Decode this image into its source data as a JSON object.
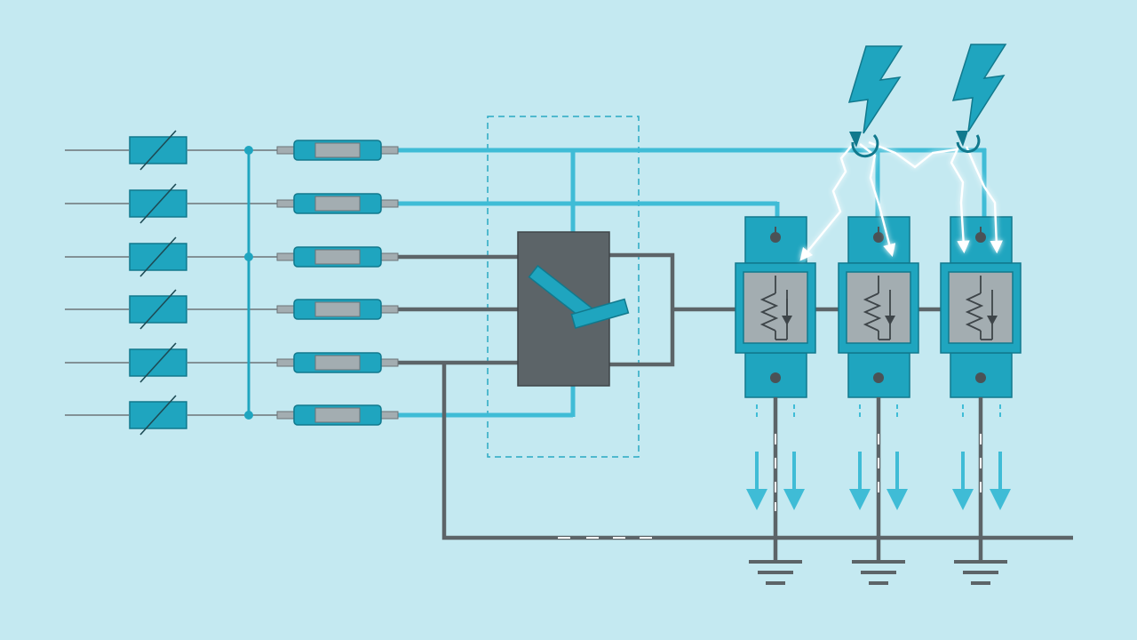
{
  "diagram": {
    "description_visible_text": "",
    "colors": {
      "background": "#c4e9f1",
      "accent": "#1fa5bf",
      "accent_dark": "#11798d",
      "line_accent": "#3fbcd6",
      "line_dark": "#5c6468",
      "wire_thin": "#6c7478",
      "component_gray": "#a3adb1",
      "breaker_body": "#5c6468",
      "surge_glow": "#ffffff",
      "ground": "#5c6468"
    },
    "inputs": {
      "count": 6,
      "resistor_icon": "variable-resistor-icon",
      "fuse_icon": "fuse-icon"
    },
    "breaker": {
      "icon": "circuit-breaker-switch-icon",
      "enclosure_style": "dashed"
    },
    "spd_modules": {
      "count": 3,
      "icon": "surge-protection-device-icon",
      "inner_symbol": "varistor-spark-gap-icon"
    },
    "lightning": {
      "count": 2,
      "icon": "lightning-bolt-icon"
    },
    "ground": {
      "count": 3,
      "icon": "ground-symbol-icon"
    }
  }
}
